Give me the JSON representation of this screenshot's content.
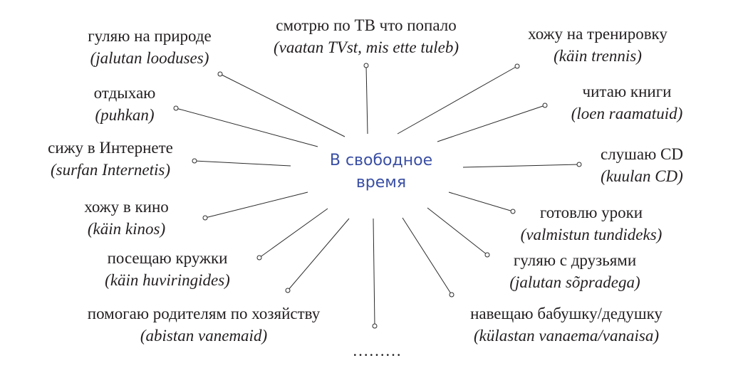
{
  "center_label": "В свободное время",
  "center_color": "#3a4fa5",
  "items": {
    "tv": {
      "ru": "смотрю по ТВ что попало",
      "et": "vaatan TVst, mis ette tuleb"
    },
    "nature": {
      "ru": "гуляю на природе",
      "et": "jalutan looduses"
    },
    "training": {
      "ru": "хожу на тренировку",
      "et": "käin trennis"
    },
    "rest": {
      "ru": "отдыхаю",
      "et": "puhkan"
    },
    "books": {
      "ru": "читаю книги",
      "et": "loen raamatuid"
    },
    "internet": {
      "ru": "сижу в Интернете",
      "et": "surfan Internetis"
    },
    "cd": {
      "ru": "слушаю CD",
      "et": "kuulan CD"
    },
    "cinema": {
      "ru": "хожу в кино",
      "et": "käin kinos"
    },
    "homework": {
      "ru": "готовлю уроки",
      "et": "valmistun tundideks"
    },
    "clubs": {
      "ru": "посещаю кружки",
      "et": "käin huviringides"
    },
    "friends": {
      "ru": "гуляю с друзьями",
      "et": "jalutan sõpradega"
    },
    "parents": {
      "ru": "помогаю родителям по хозяйству",
      "et": "abistan vanemaid"
    },
    "grandma": {
      "ru": "навещаю бабушку/дедушку",
      "et": "külastan vanaema/vanaisa"
    }
  },
  "ellipsis": "………"
}
